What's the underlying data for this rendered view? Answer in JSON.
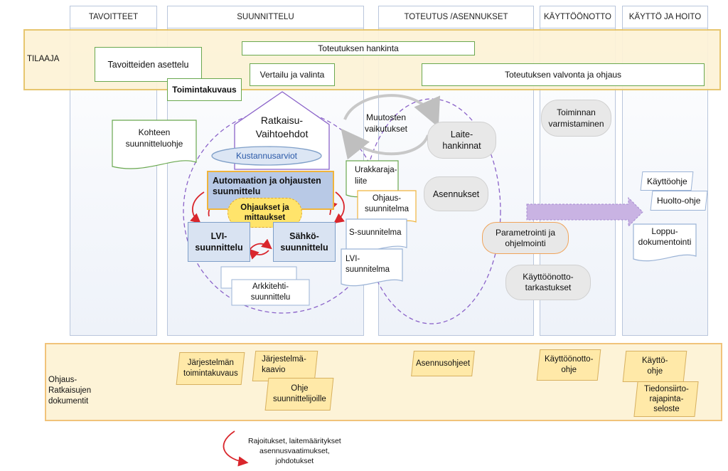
{
  "columns": [
    {
      "id": "tavoitteet",
      "label": "TAVOITTEET"
    },
    {
      "id": "suunnittelu",
      "label": "SUUNNITTELU"
    },
    {
      "id": "toteutus",
      "label": "TOTEUTUS /ASENNUKSET"
    },
    {
      "id": "kayttoonotto",
      "label": "KÄYTTÖÖNOTTO"
    },
    {
      "id": "kaytto",
      "label": "KÄYTTÖ JA HOITO"
    }
  ],
  "bands": {
    "tilaaja": "TILAAJA",
    "docs_line1": "Ohjaus-",
    "docs_line2": "Ratkaisujen",
    "docs_line3": "dokumentit"
  },
  "tilaaja_boxes": {
    "tavoitteiden_asettelu": "Tavoitteiden asettelu",
    "toteutuksen_hankinta": "Toteutuksen hankinta",
    "vertailu_ja_valinta": "Vertailu ja valinta",
    "toteutuksen_valvonta": "Toteutuksen valvonta ja ohjaus",
    "toimintakuvaus": "Toimintakuvaus"
  },
  "design": {
    "kohteen_ohje_1": "Kohteen",
    "kohteen_ohje_2": "suunnitteluohje",
    "ratkaisu_1": "Ratkaisu-",
    "ratkaisu_2": "Vaihtoehdot",
    "kustannusarviot": "Kustannusarviot",
    "automaatio_1": "Automaation ja ohjausten",
    "automaatio_2": "suunnittelu",
    "ohjaukset_1": "Ohjaukset ja",
    "ohjaukset_2": "mittaukset",
    "lvi_1": "LVI-",
    "lvi_2": "suunnittelu",
    "sahko_1": "Sähkö-",
    "sahko_2": "suunnittelu",
    "arkkitehti_1": "Arkkitehti-",
    "arkkitehti_2": "suunnittelu"
  },
  "implementation": {
    "muutosten_1": "Muutosten",
    "muutosten_2": "vaikutukset",
    "laite_1": "Laite-",
    "laite_2": "hankinnat",
    "asennukset": "Asennukset",
    "urakka_1": "Urakkaraja-",
    "urakka_2": "liite",
    "ohjaus_sm_1": "Ohjaus-",
    "ohjaus_sm_2": "suunnitelma",
    "s_suunnitelma": "S-suunnitelma",
    "lvi_sm_1": "LVI-",
    "lvi_sm_2": "suunnitelma"
  },
  "commissioning": {
    "toiminnan_1": "Toiminnan",
    "toiminnan_2": "varmistaminen",
    "parametrointi_1": "Parametrointi ja",
    "parametrointi_2": "ohjelmointi",
    "tarkastukset_1": "Käyttöönotto-",
    "tarkastukset_2": "tarkastukset"
  },
  "operation_docs": {
    "kayttoohje": "Käyttöohje",
    "huolto_ohje": "Huolto-ohje",
    "loppu_1": "Loppu-",
    "loppu_2": "dokumentointi"
  },
  "bottom_docs": {
    "jarjestelman_1": "Järjestelmän",
    "jarjestelman_2": "toimintakuvaus",
    "kaavio_1": "Järjestelmä-",
    "kaavio_2": "kaavio",
    "ohje_1": "Ohje",
    "ohje_2": "suunnittelijoille",
    "asennusohjeet": "Asennusohjeet",
    "kayttoonotto_1": "Käyttöönotto-",
    "kayttoonotto_2": "ohje",
    "kaytto_1": "Käyttö-",
    "kaytto_2": "ohje",
    "tiedonsiirto_1": "Tiedonsiirto-",
    "tiedonsiirto_2": "rajapinta-",
    "tiedonsiirto_3": "seloste"
  },
  "legend": {
    "line1": "Rajoitukset, laitemääritykset",
    "line2": "asennusvaatimukset,",
    "line3": "johdotukset"
  },
  "colors": {
    "accent_red": "#d9262c",
    "dashed_purple": "#8b63c9",
    "arrow_purple": "#c9b3e3",
    "green_border": "#6aa84f",
    "yellow_doc": "#ffe9a8"
  }
}
